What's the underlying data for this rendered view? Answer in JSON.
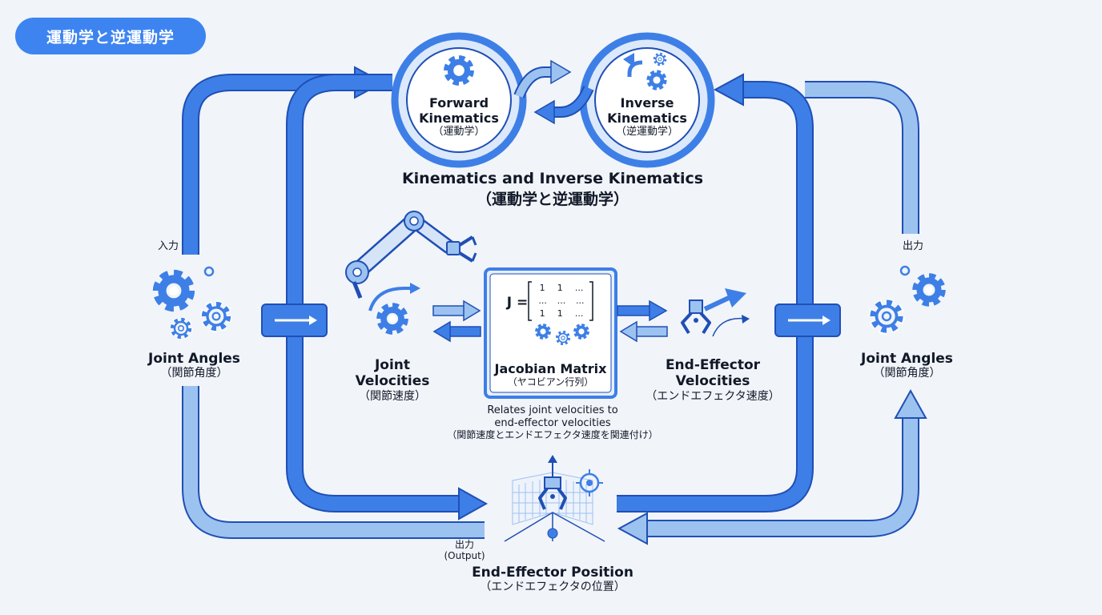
{
  "badge": "運動学と逆運動学",
  "title": {
    "line1": "Kinematics and Inverse Kinematics",
    "line2": "（運動学と逆運動学）"
  },
  "forward": {
    "name1": "Forward",
    "name2": "Kinematics",
    "jp": "（運動学）"
  },
  "inverse": {
    "name1": "Inverse",
    "name2": "Kinematics",
    "jp": "（逆運動学）"
  },
  "left_angles": {
    "name": "Joint Angles",
    "jp": "（関節角度）",
    "io": "入力"
  },
  "right_angles": {
    "name": "Joint Angles",
    "jp": "（関節角度）",
    "io": "出力"
  },
  "joint_velocities": {
    "name1": "Joint",
    "name2": "Velocities",
    "jp": "（関節速度）"
  },
  "ee_velocities": {
    "name1": "End-Effector",
    "name2": "Velocities",
    "jp": "（エンドエフェクタ速度）"
  },
  "jacobian": {
    "eq": "J =",
    "matrix": [
      [
        "1",
        "1",
        "..."
      ],
      [
        "...",
        "...",
        "..."
      ],
      [
        "1",
        "1",
        "..."
      ]
    ],
    "name": "Jacobian Matrix",
    "jp": "（ヤコビアン行列）",
    "desc1": "Relates joint velocities to",
    "desc2": "end-effector velocities",
    "desc_jp": "（関節速度とエンドエフェクタ速度を関連付け）"
  },
  "position": {
    "name": "End-Effector Position",
    "jp": "（エンドエフェクタの位置）",
    "out1": "出力",
    "out2": "(Output)"
  },
  "colors": {
    "dark": "#3d7fe6",
    "light": "#9cc2f0",
    "outline": "#1f4fb5",
    "background": "#f1f4f9"
  }
}
